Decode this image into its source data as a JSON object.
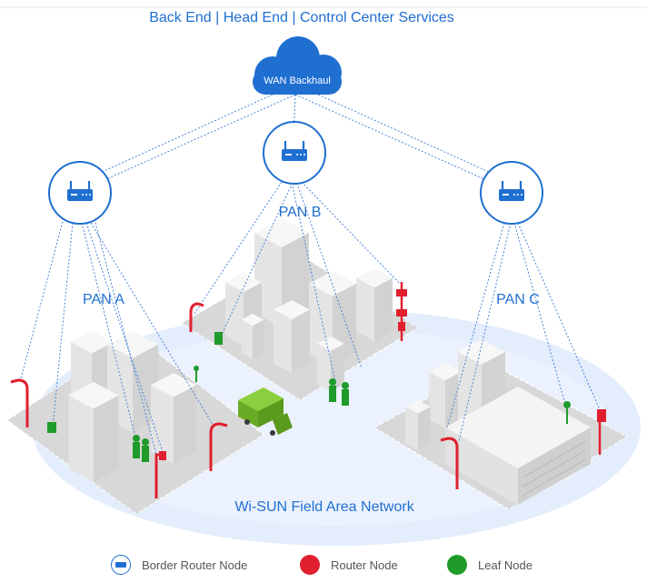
{
  "header": {
    "title": "Back End | Head End | Control Center Services"
  },
  "cloud": {
    "label": "WAN Backhaul"
  },
  "pans": [
    {
      "label": "PAN A"
    },
    {
      "label": "PAN B"
    },
    {
      "label": "PAN C"
    }
  ],
  "network": {
    "label": "Wi-SUN Field Area Network"
  },
  "legend": {
    "items": [
      {
        "label": "Border Router Node",
        "icon": "border-router-icon",
        "color": "#1f6fd1"
      },
      {
        "label": "Router Node",
        "icon": "router-node-icon",
        "color": "#e0202e"
      },
      {
        "label": "Leaf Node",
        "icon": "leaf-node-icon",
        "color": "#1e9b2a"
      }
    ]
  },
  "colors": {
    "accent": "#1f6fd1",
    "router": "#e0202e",
    "leaf": "#1e9b2a",
    "ellipse": "#dfeafb"
  }
}
